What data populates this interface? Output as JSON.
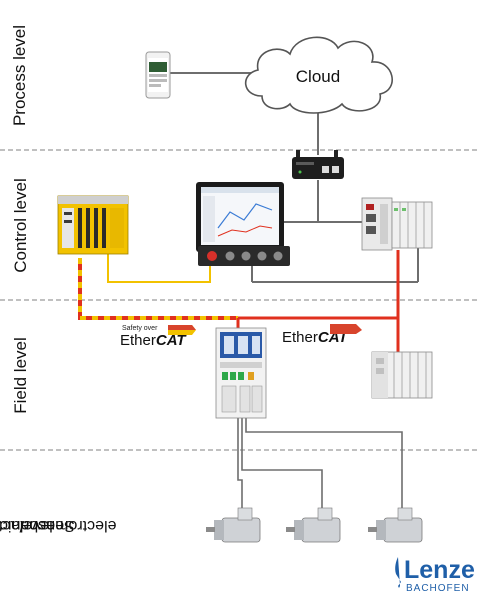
{
  "levels": {
    "process": "Process level",
    "control": "Control level",
    "field": "Field level",
    "sensor_line1": "Sensor/actuator",
    "sensor_line2": "level",
    "sensor_line3": "electromechanics"
  },
  "nodes": {
    "cloud": "Cloud"
  },
  "protocols": {
    "safety_prefix": "Safety over",
    "ethercat_ether": "Ether",
    "ethercat_cat": "CAT"
  },
  "brand": {
    "name": "Lenze",
    "sub": "BACHOFEN"
  },
  "colors": {
    "accent_red": "#e0301e",
    "ethercat_red": "#d8442c",
    "safety_yellow": "#f2c200",
    "divider_gray": "#9a9a9a",
    "line_gray": "#6e6e6e",
    "brand_blue": "#1f5fa8"
  }
}
